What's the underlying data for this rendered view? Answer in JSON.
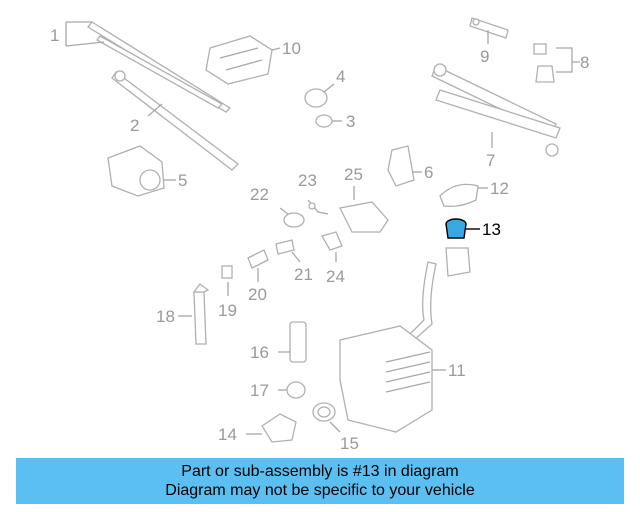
{
  "diagram": {
    "callouts": [
      "1",
      "2",
      "3",
      "4",
      "5",
      "6",
      "7",
      "8",
      "9",
      "10",
      "11",
      "12",
      "13",
      "14",
      "15",
      "16",
      "17",
      "18",
      "19",
      "20",
      "21",
      "22",
      "23",
      "24",
      "25"
    ],
    "highlighted": "13"
  },
  "banner": {
    "line1": "Part or sub-assembly is #13 in diagram",
    "line2": "Diagram may not be specific to your vehicle",
    "color": "#5bbff1"
  },
  "colors": {
    "part_outline": "#b0b0b0",
    "label": "#9a9a9a",
    "highlight": "#000000",
    "highlight_fill": "#3aa8e0"
  }
}
